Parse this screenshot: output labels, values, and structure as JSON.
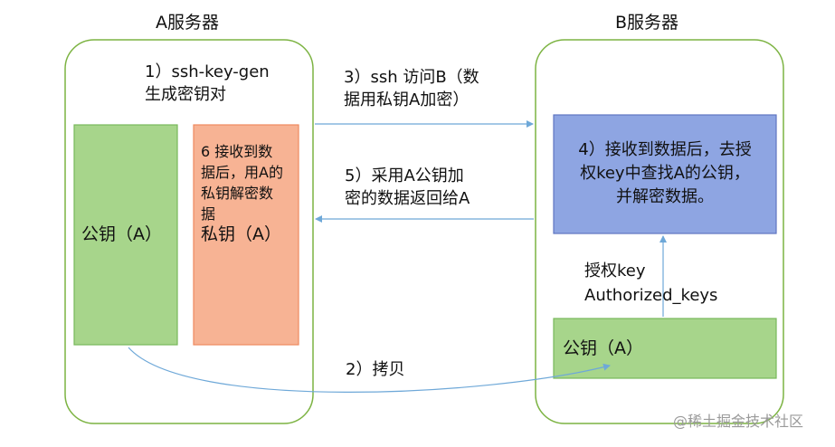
{
  "servers": {
    "a": {
      "title": "A服务器"
    },
    "b": {
      "title": "B服务器"
    }
  },
  "steps": {
    "s1": {
      "line1": "1）ssh-key-gen",
      "line2": "生成密钥对"
    },
    "s2": {
      "label": "2）拷贝"
    },
    "s3": {
      "line1": "3）ssh 访问B（数",
      "line2": "据用私钥A加密）"
    },
    "s4": {
      "line1": "4）接收到数据后，去授",
      "line2": "权key中查找A的公钥，",
      "line3": "并解密数据。"
    },
    "s5": {
      "line1": "5）采用A公钥加",
      "line2": "密的数据返回给A"
    },
    "s6": {
      "line1": "6 接收到数",
      "line2": "据后，用A的",
      "line3": "私钥解密数",
      "line4": "据"
    }
  },
  "boxes": {
    "a_public": {
      "label": "公钥（A）"
    },
    "a_private": {
      "label": "私钥（A）"
    },
    "b_public": {
      "label": "公钥（A）"
    }
  },
  "authorized": {
    "line1": "授权key",
    "line2": "Authorized_keys"
  },
  "watermark": {
    "text": "@稀土掘金技术社区"
  },
  "colors": {
    "server_border": "#7cb342",
    "green_fill": "#a7d58b",
    "green_border": "#78b85a",
    "salmon_fill": "#f7b394",
    "salmon_border": "#ee8a5f",
    "blue_fill": "#8ea5e2",
    "blue_border": "#5f76c1",
    "arrow": "#6ea8d8"
  }
}
